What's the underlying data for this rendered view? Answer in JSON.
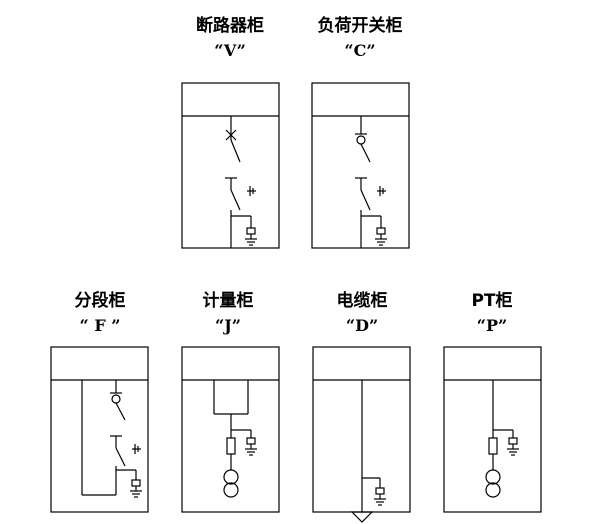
{
  "cabinets": [
    {
      "id": "breaker",
      "title": "断路器柜",
      "code": "“V”"
    },
    {
      "id": "loadswitch",
      "title": "负荷开关柜",
      "code": "“C”"
    },
    {
      "id": "section",
      "title": "分段柜",
      "code": "“ F ”"
    },
    {
      "id": "metering",
      "title": "计量柜",
      "code": "“J”"
    },
    {
      "id": "cable",
      "title": "电缆柜",
      "code": "“D”"
    },
    {
      "id": "pt",
      "title": "PT柜",
      "code": "“P”"
    }
  ]
}
